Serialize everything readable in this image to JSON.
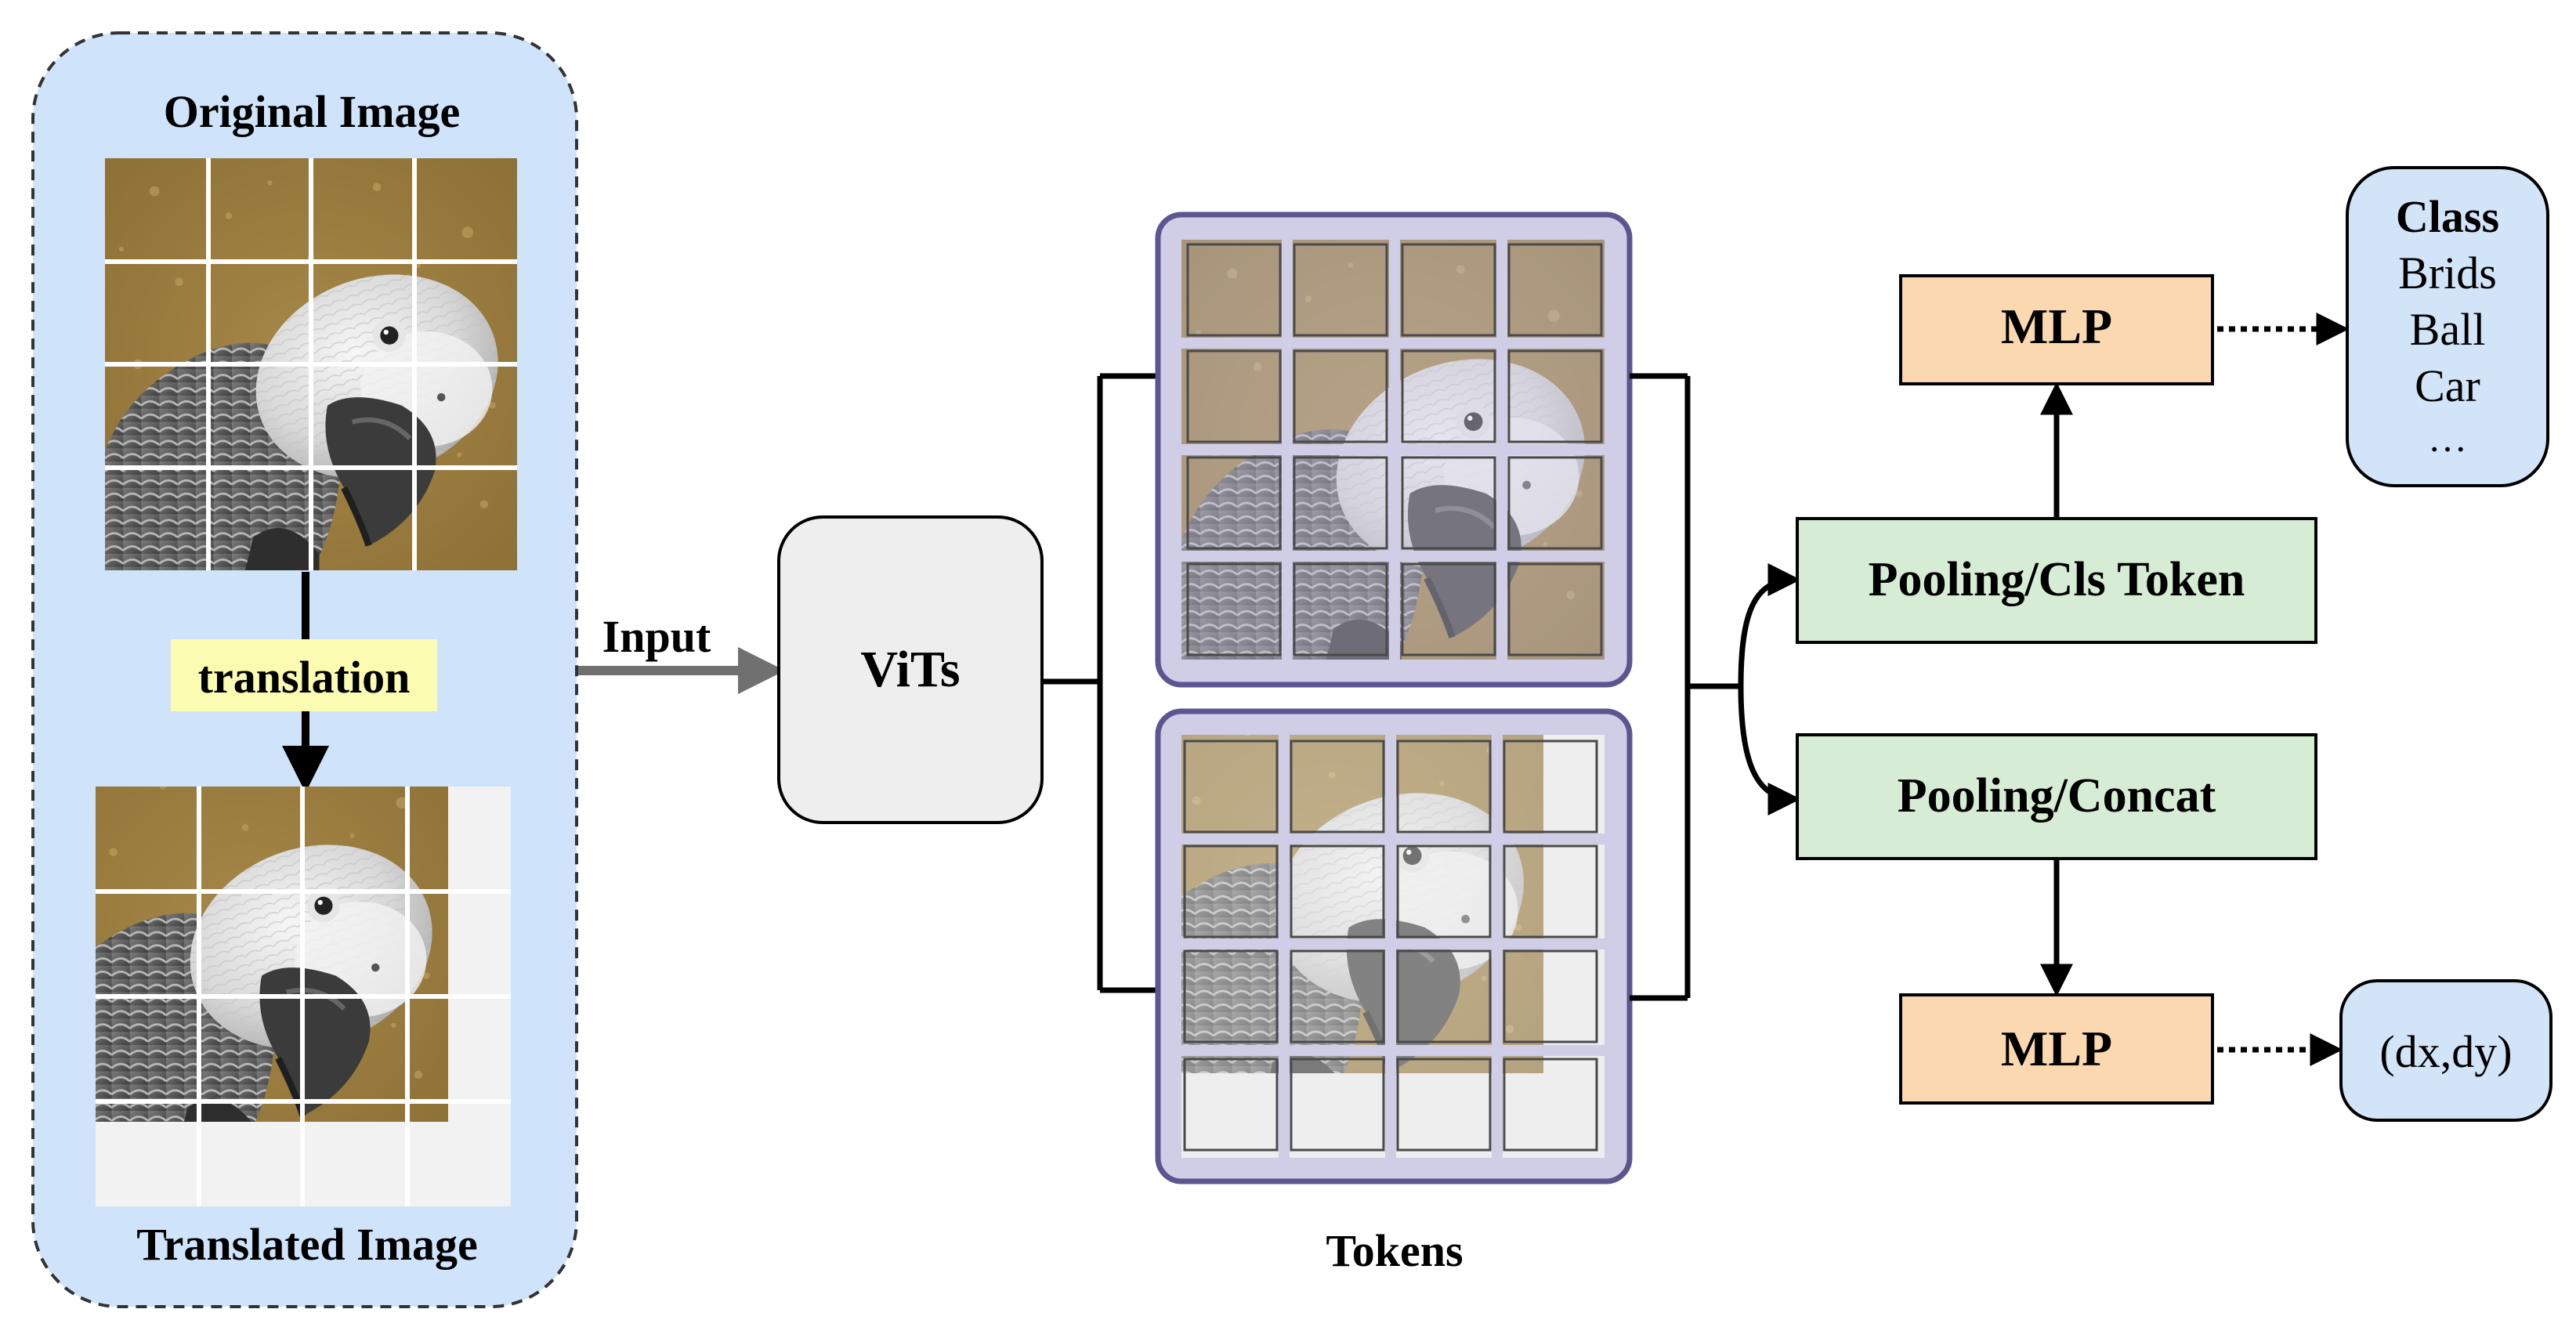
{
  "input_panel": {
    "original_title": "Original Image",
    "translation_label": "translation",
    "translated_title": "Translated Image"
  },
  "input_arrow_label": "Input",
  "vits_label": "ViTs",
  "tokens_label": "Tokens",
  "pooling_cls_label": "Pooling/Cls Token",
  "pooling_concat_label": "Pooling/Concat",
  "mlp_top_label": "MLP",
  "mlp_bottom_label": "MLP",
  "class_box": {
    "title": "Class",
    "items": [
      "Brids",
      "Ball",
      "Car",
      "…"
    ]
  },
  "offset_output": "(dx,dy)",
  "colors": {
    "panel_fill": "#cfe4fb",
    "vits_fill": "#eeeeee",
    "token_frame": "#d0cde6",
    "token_frame_stroke": "#5c5590",
    "pooling_fill": "#d6ecd4",
    "mlp_fill": "#fbd8b0",
    "output_fill": "#d2e4f8",
    "translation_highlight": "#fbfbb2",
    "grid_line": "#ffffff",
    "empty_patch": "#f2f2f2",
    "parrot_background": "#9a7c3e"
  }
}
